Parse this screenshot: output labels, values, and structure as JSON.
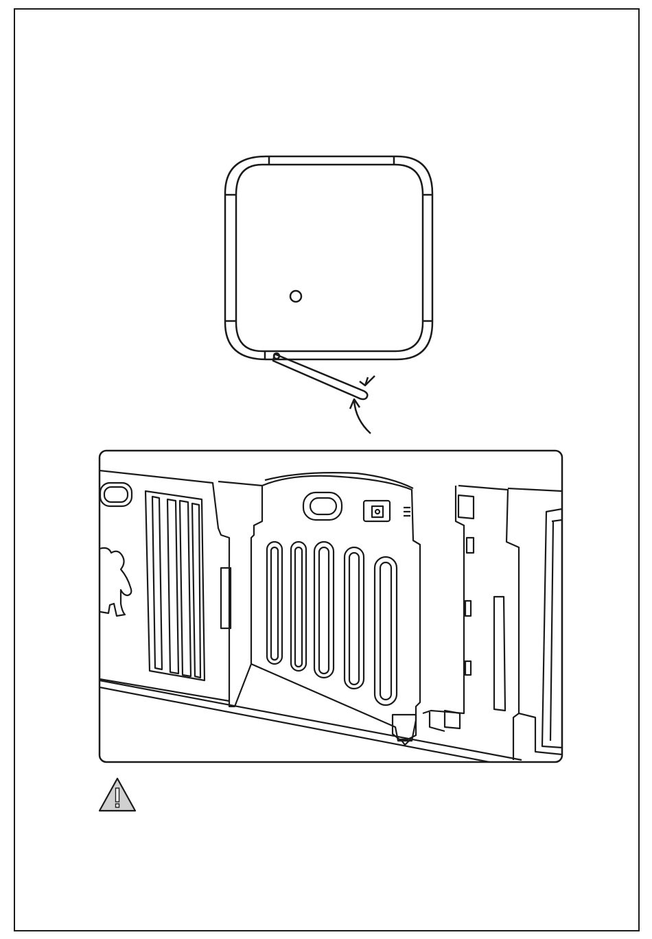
{
  "document": {
    "page_frame": "page-border",
    "illustrations": {
      "top_view": "playpen-top-view-diagram",
      "gate_view": "playpen-gate-closeup-diagram"
    },
    "icons": {
      "warning": "warning-triangle-icon"
    },
    "colors": {
      "line": "#1a1a1a",
      "warning_fill": "#d0d0d0",
      "background": "#ffffff"
    }
  }
}
